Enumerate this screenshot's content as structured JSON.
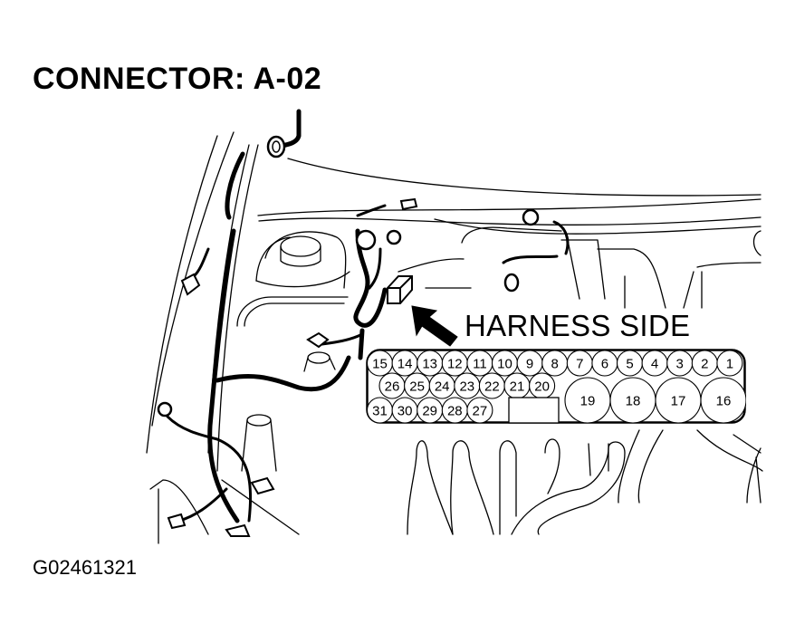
{
  "diagram": {
    "title": "CONNECTOR: A-02",
    "view_label": "HARNESS SIDE",
    "figure_id": "G02461321",
    "colors": {
      "line": "#000000",
      "background": "#ffffff"
    },
    "connector": {
      "name": "A-02",
      "pin_count": 31,
      "rows": [
        {
          "row": 1,
          "pins": [
            "15",
            "14",
            "13",
            "12",
            "11",
            "10",
            "9",
            "8",
            "7",
            "6",
            "5",
            "4",
            "3",
            "2",
            "1"
          ]
        },
        {
          "row": 2,
          "pins": [
            "26",
            "25",
            "24",
            "23",
            "22",
            "21",
            "20"
          ]
        },
        {
          "row": 3,
          "pins": [
            "31",
            "30",
            "29",
            "28",
            "27"
          ]
        }
      ],
      "large_pins": [
        "19",
        "18",
        "17",
        "16"
      ],
      "key_slot": "rectangular locking slot between pin 27 and pin 19"
    },
    "annotations": [
      {
        "type": "arrow",
        "points_to": "connector A-02 in engine bay",
        "label": "HARNESS SIDE"
      }
    ]
  }
}
